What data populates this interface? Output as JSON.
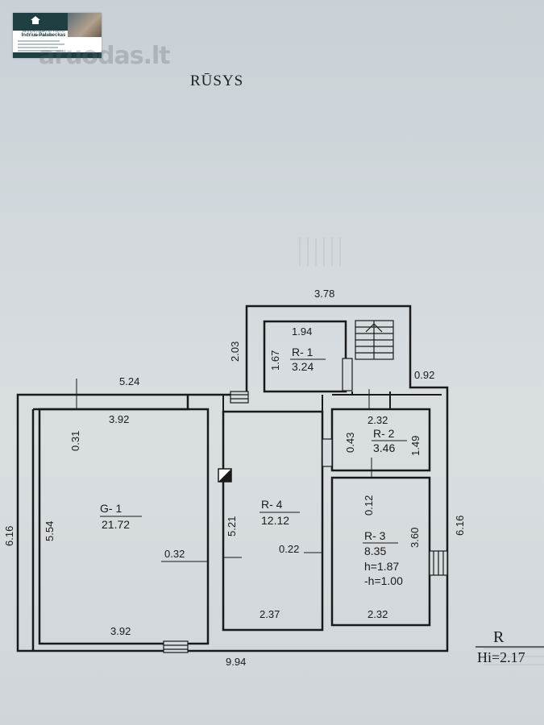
{
  "logo": {
    "tagline": "NEKILNOJAMOJO TURTO BROKERIS",
    "name": "Indrius Palubeckas"
  },
  "watermark": "aruodas.lt",
  "title": "RŪSYS",
  "dimensions": {
    "overall_width_top": "5.24",
    "overall_width_bottom": "9.94",
    "stair_block_width": "3.78",
    "stair_block_height": "2.03",
    "right_step": "0.92",
    "left_height": "6.16",
    "right_height": "6.16",
    "g1_top_width": "3.92",
    "g1_bottom_width": "3.92",
    "g1_height": "5.54",
    "g1_wall_top": "0.31",
    "g1_wall_right": "0.32",
    "r1_width": "1.94",
    "r1_height": "1.67",
    "r2_width": "2.32",
    "r2_height": "1.49",
    "r2_wall": "0.43",
    "r3_height": "3.60",
    "r3_bottom_width": "2.32",
    "r3_wall": "0.12",
    "r4_height": "5.21",
    "r4_bottom_width": "2.37",
    "r4_wall": "0.22"
  },
  "rooms": [
    {
      "id": "G- 1",
      "area": "21.72"
    },
    {
      "id": "R- 1",
      "area": "3.24"
    },
    {
      "id": "R- 2",
      "area": "3.46"
    },
    {
      "id": "R- 3",
      "area": "8.35",
      "note1": "h=1.87",
      "note2": "-h=1.00"
    },
    {
      "id": "R- 4",
      "area": "12.12"
    }
  ],
  "legend": {
    "letter": "R",
    "height": "Hi=2.17"
  },
  "colors": {
    "ink": "#1a1a1a",
    "paper": "#d5dbdf",
    "brand": "#1f3f43"
  }
}
